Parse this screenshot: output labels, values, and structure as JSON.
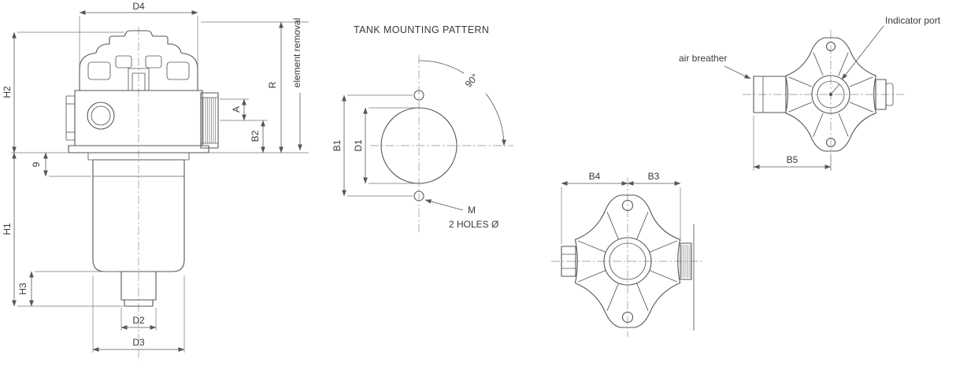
{
  "sheet": {
    "background": "#ffffff",
    "line_color": "#54565a",
    "text_color": "#3a3a3c"
  },
  "side_view": {
    "dim_d4": "D4",
    "dim_h2": "H2",
    "dim_h1": "H1",
    "dim_h3": "H3",
    "dim_d2": "D2",
    "dim_d3": "D3",
    "dim_9": "9",
    "dim_a": "A",
    "dim_b2": "B2",
    "dim_r": "R",
    "element_removal_note": "element removal"
  },
  "mounting_pattern": {
    "title": "TANK MOUNTING PATTERN",
    "dim_b1": "B1",
    "dim_d1": "D1",
    "angle_label": "90°",
    "thread_label": "M",
    "holes_note": "2 HOLES Ø"
  },
  "top_view": {
    "dim_b4": "B4",
    "dim_b3": "B3"
  },
  "indicator_view": {
    "air_breather_label": "air breather",
    "indicator_port_label": "Indicator port",
    "dim_b5": "B5"
  }
}
